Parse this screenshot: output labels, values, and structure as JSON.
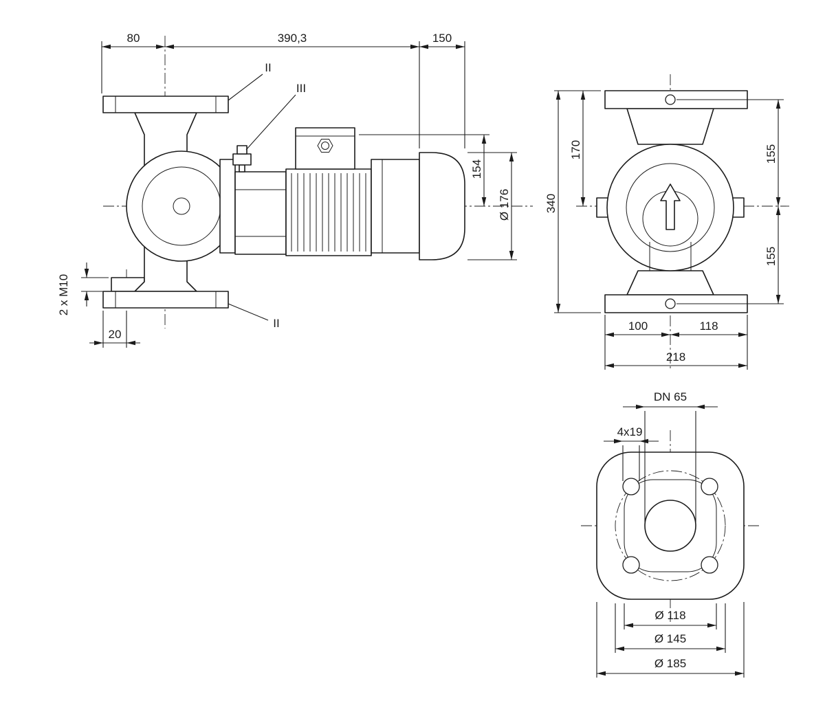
{
  "views": {
    "side": {
      "dims": {
        "flange_to_axis": "80",
        "overall_length": "390,3",
        "motor_end": "150",
        "axis_to_box": "154",
        "motor_diameter": "Ø 176",
        "foot_thread": "2 x M10",
        "foot_offset": "20"
      },
      "labels": {
        "port_top": "II",
        "vent": "III",
        "port_bottom": "II"
      }
    },
    "front": {
      "dims": {
        "axis_to_top_flange": "170",
        "overall_height": "340",
        "hole_top": "155",
        "hole_bottom": "155",
        "axis_to_left": "100",
        "axis_to_right": "118",
        "overall_width": "218"
      }
    },
    "flange": {
      "dims": {
        "nominal_bore": "DN 65",
        "bolt_holes": "4x19",
        "raised_face": "Ø 118",
        "bolt_circle": "Ø 145",
        "outer_diameter": "Ø 185"
      }
    }
  }
}
